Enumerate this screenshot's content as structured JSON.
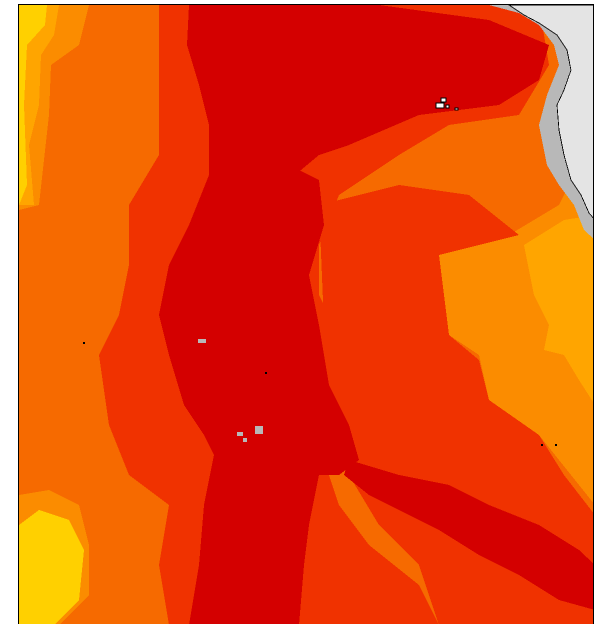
{
  "map": {
    "type": "raster",
    "legend": null,
    "title": "",
    "colors": {
      "darkest_red": "#d40000",
      "red_orange": "#f03200",
      "orange": "#f66a00",
      "orange_light": "#fb8c00",
      "amber": "#ffa500",
      "yellow": "#ffd000",
      "land": "#e4e4e4",
      "shelf_gray": "#b8b8b8",
      "frame": "#000000"
    },
    "features": [
      {
        "name": "galapagos-islands",
        "kind": "island-group"
      },
      {
        "name": "south-american-coast",
        "kind": "landmass"
      },
      {
        "name": "pacific-atolls",
        "kind": "island-group"
      }
    ]
  }
}
